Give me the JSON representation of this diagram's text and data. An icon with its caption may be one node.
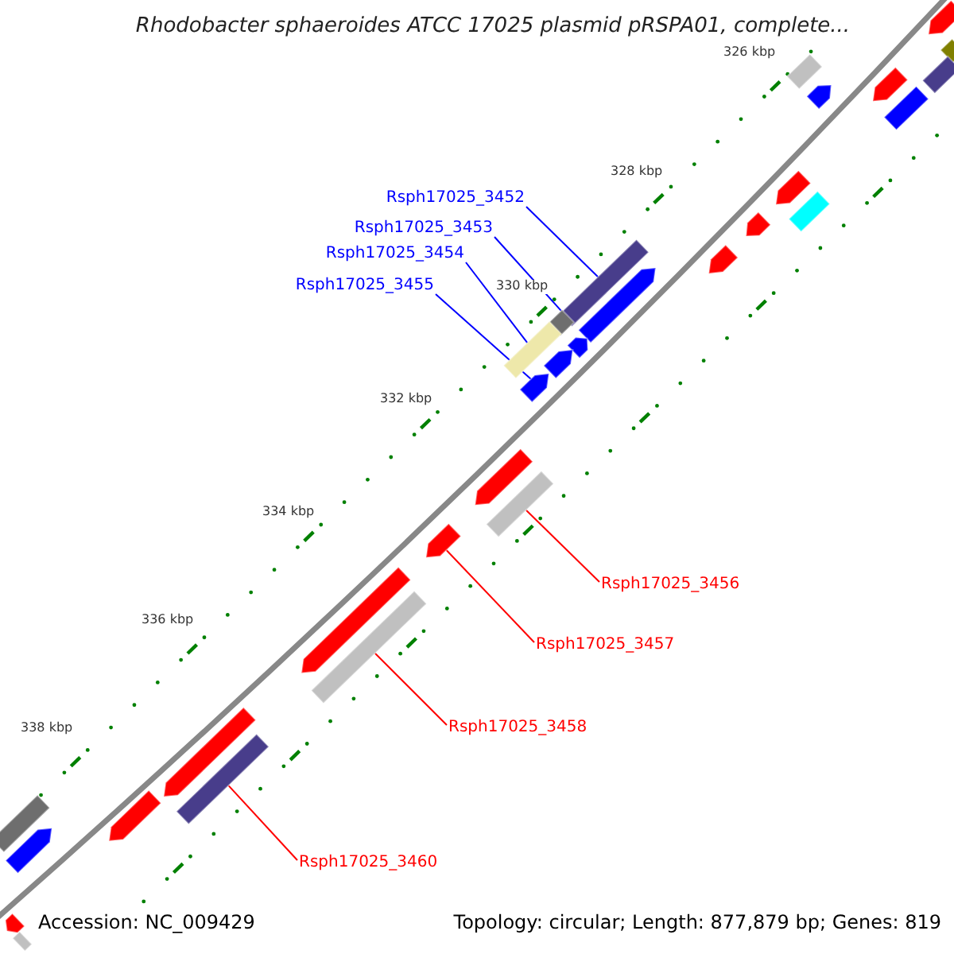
{
  "diagram": {
    "title": "Rhodobacter sphaeroides ATCC 17025 plasmid pRSPA01, complete...",
    "nodes": [
      {
        "text": [
          "Rsph17025_3452"
        ]
      },
      {
        "text": [
          "Rsph17025_3453"
        ]
      },
      {
        "text": [
          "Rsph17025_3454"
        ]
      },
      {
        "text": [
          "Rsph17025_3455"
        ]
      },
      {
        "text": [
          "Rsph17025_3456"
        ]
      },
      {
        "text": [
          "Rsph17025_3457"
        ]
      },
      {
        "text": [
          "Rsph17025_3458"
        ]
      },
      {
        "text": [
          "Rsph17025_3460"
        ]
      },
      {
        "text": [],
        "shape": "bar"
      },
      {
        "text": [],
        "shape": "bar"
      },
      {
        "text": [],
        "shape": "bar"
      },
      {
        "text": [],
        "shape": "bar"
      },
      {
        "text": [],
        "shape": "bar"
      },
      {
        "text": [],
        "shape": "bar"
      },
      {
        "text": [],
        "shape": "bar"
      },
      {
        "text": [],
        "shape": "bar"
      },
      {
        "text": [],
        "shape": "bar"
      },
      {
        "text": [],
        "shape": "bar"
      },
      {
        "text": [],
        "shape": "bar"
      },
      {
        "text": [],
        "shape": "bar"
      },
      {
        "text": [],
        "shape": "bar"
      },
      {
        "text": [],
        "shape": "bar"
      },
      {
        "text": [],
        "shape": "bar"
      },
      {
        "text": [],
        "shape": "bar"
      },
      {
        "text": [],
        "shape": "bar"
      },
      {
        "text": [],
        "shape": "bar"
      },
      {
        "text": [],
        "shape": "bar"
      },
      {
        "text": [],
        "shape": "bar"
      },
      {
        "text": [],
        "shape": "bar"
      },
      {
        "text": [],
        "shape": "bar"
      },
      {
        "text": [],
        "shape": "bar"
      },
      {
        "text": [],
        "shape": "bar"
      },
      {
        "text": [],
        "shape": "bar"
      },
      {
        "text": [],
        "shape": "bar"
      },
      {
        "text": [],
        "shape": "bar"
      },
      {
        "text": [],
        "shape": "bar"
      },
      {
        "text": [],
        "shape": "bar"
      },
      {
        "text": [],
        "shape": "bar"
      }
    ],
    "edges": [
      {
        "from": 0,
        "to": 8,
        "arrow": "none",
        "color": "#0000ff"
      },
      {
        "from": 1,
        "to": 9,
        "arrow": "none",
        "color": "#0000ff"
      },
      {
        "from": 2,
        "to": 10,
        "arrow": "none",
        "color": "#0000ff"
      },
      {
        "from": 3,
        "to": 11,
        "arrow": "none",
        "color": "#0000ff"
      },
      {
        "from": 4,
        "to": 12,
        "arrow": "none",
        "color": "#ff0000"
      },
      {
        "from": 5,
        "to": 13,
        "arrow": "none",
        "color": "#ff0000"
      },
      {
        "from": 6,
        "to": 14,
        "arrow": "none",
        "color": "#ff0000"
      },
      {
        "from": 7,
        "to": 15,
        "arrow": "none",
        "color": "#ff0000"
      }
    ],
    "labels": [
      "326 kbp",
      "328 kbp",
      "330 kbp",
      "332 kbp",
      "334 kbp",
      "336 kbp",
      "338 kbp",
      "Accession: NC_009429",
      "Topology: circular; Length: 877,879 bp; Genes: 819"
    ]
  }
}
